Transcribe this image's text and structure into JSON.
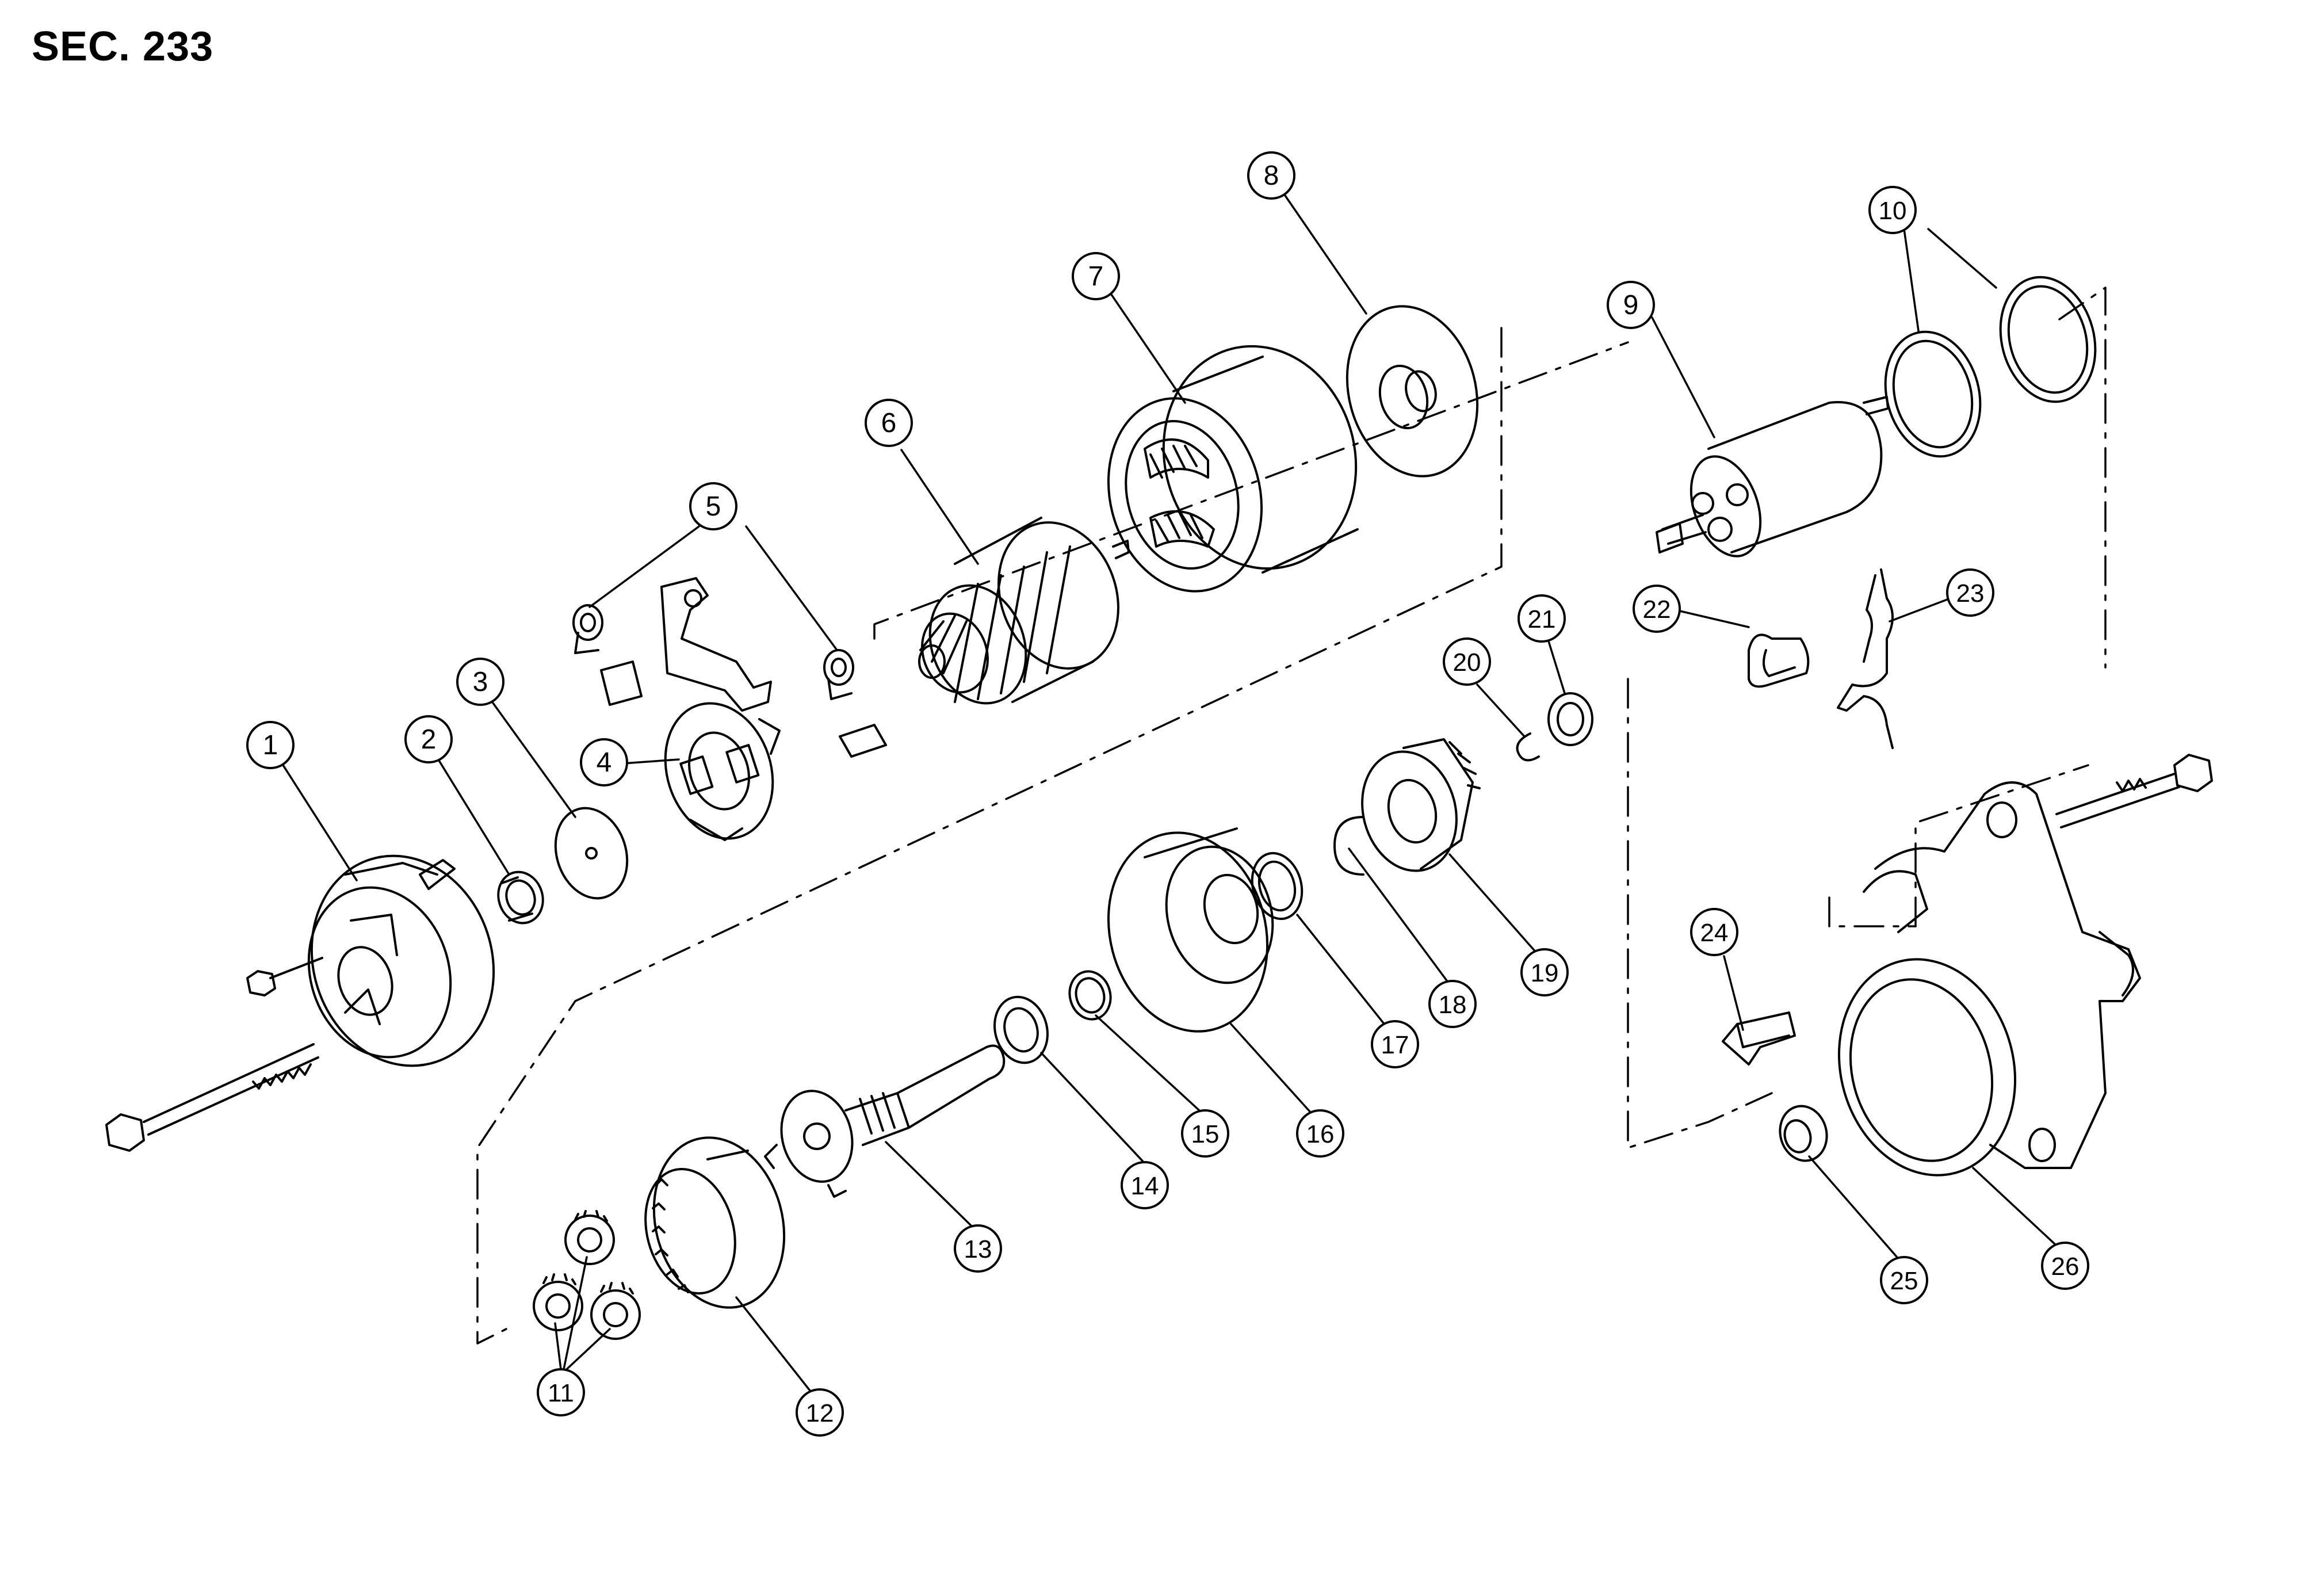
{
  "section": "SEC. 233",
  "callouts": [
    "1",
    "2",
    "3",
    "4",
    "5",
    "6",
    "7",
    "8",
    "9",
    "10",
    "11",
    "12",
    "13",
    "14",
    "15",
    "16",
    "17",
    "18",
    "19",
    "20",
    "21",
    "22",
    "23",
    "24",
    "25",
    "26"
  ]
}
